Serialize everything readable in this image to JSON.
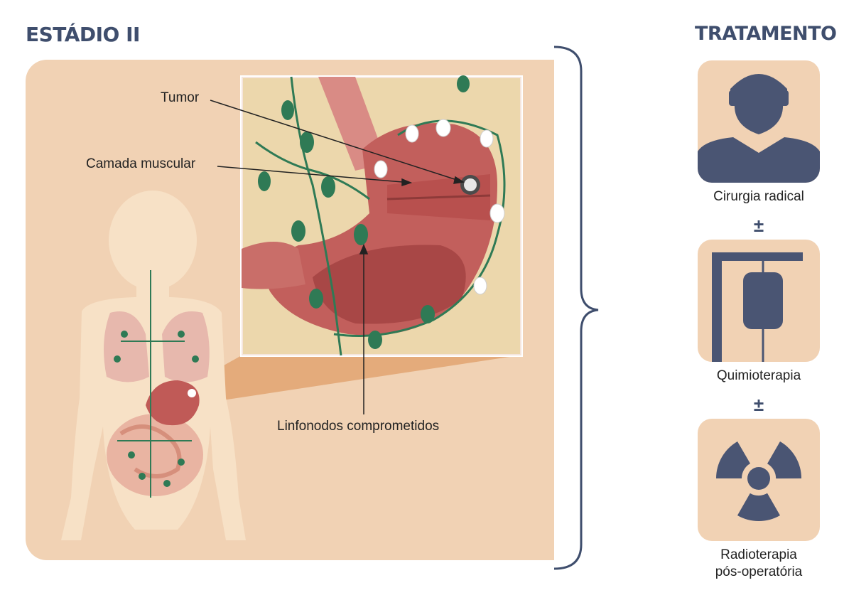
{
  "stage": {
    "title": "ESTÁDIO II",
    "labels": {
      "tumor": "Tumor",
      "muscle_layer": "Camada muscular",
      "lymph_nodes": "Linfonodos comprometidos"
    }
  },
  "treatment": {
    "title": "TRATAMENTO",
    "separator": "±",
    "items": [
      {
        "label": "Cirurgia radical",
        "icon": "surgeon-icon"
      },
      {
        "label": "Quimioterapia",
        "icon": "iv-bag-icon"
      },
      {
        "label_line1": "Radioterapia",
        "label_line2": "pós-operatória",
        "icon": "radiation-icon"
      }
    ]
  },
  "colors": {
    "title": "#3f4e6d",
    "panel": "#f1d2b4",
    "icon": "#4a5573",
    "node_green": "#2f7a55",
    "stomach": "#c05a57"
  }
}
